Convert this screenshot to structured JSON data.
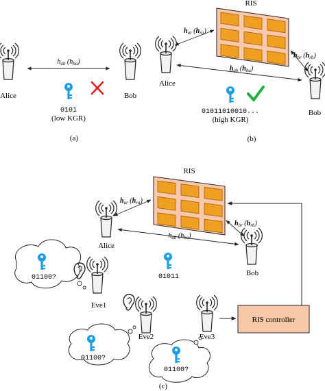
{
  "panel_a": {
    "alice": "Alice",
    "bob": "Bob",
    "channel_main": "h",
    "channel_sub": "ab",
    "channel_paren_main": "h",
    "channel_paren_sub": "ba",
    "key_bits": "0101",
    "key_note": "(low KGR)",
    "caption": "(a)",
    "result_icon": "red-cross-icon"
  },
  "panel_b": {
    "ris_label": "RIS",
    "alice": "Alice",
    "bob": "Bob",
    "h_ar_main": "h",
    "h_ar_sub": "ar",
    "h_ar_paren_main": "h",
    "h_ar_paren_sub": "ra",
    "h_br_main": "h",
    "h_br_sub": "br",
    "h_br_paren_main": "h",
    "h_br_paren_sub": "rb",
    "h_ab_main": "h",
    "h_ab_sub": "ab",
    "h_ab_paren_main": "h",
    "h_ab_paren_sub": "ba",
    "key_bits": "01011010010...",
    "key_note": "(high KGR)",
    "caption": "(b)",
    "result_icon": "green-check-icon"
  },
  "panel_c": {
    "ris_label": "RIS",
    "alice": "Alice",
    "bob": "Bob",
    "eve1": "Eve1",
    "eve2": "Eve2",
    "eve3": "Eve3",
    "h_ar_main": "h",
    "h_ar_sub": "ar",
    "h_ar_paren_main": "h",
    "h_ar_paren_sub": "ra",
    "h_br_main": "h",
    "h_br_sub": "br",
    "h_br_paren_main": "h",
    "h_br_paren_sub": "rb",
    "h_ab_main": "h",
    "h_ab_sub": "ab",
    "h_ab_paren_main": "h",
    "h_ab_paren_sub": "ba",
    "key_bits": "01011",
    "eve_guess_1": "01100?",
    "eve_guess_2": "01100?",
    "eve_guess_3": "01100?",
    "controller": "RIS controller",
    "caption": "(c)"
  },
  "colors": {
    "key_blue": "#1e9ee0",
    "ris_panel": "#f8c8a8",
    "ris_element": "#f0a020",
    "controller_fill": "#f8c8a8",
    "cross_red": "#e02020",
    "check_green": "#20b040"
  }
}
